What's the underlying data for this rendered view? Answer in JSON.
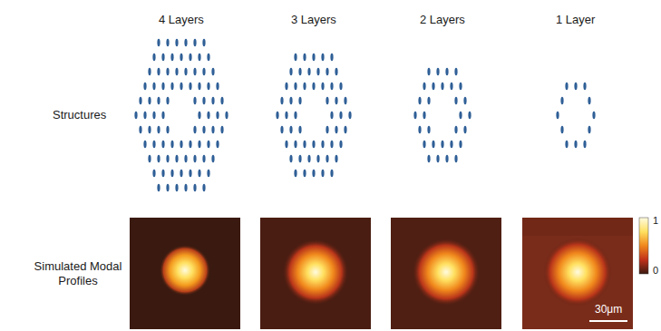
{
  "diagram": {
    "labels": [
      "4 Layers",
      "3 Layers",
      "2 Layers",
      "1 Layer",
      "Structures",
      "Simulated Modal Profiles",
      "1",
      "0",
      "30μm"
    ]
  }
}
